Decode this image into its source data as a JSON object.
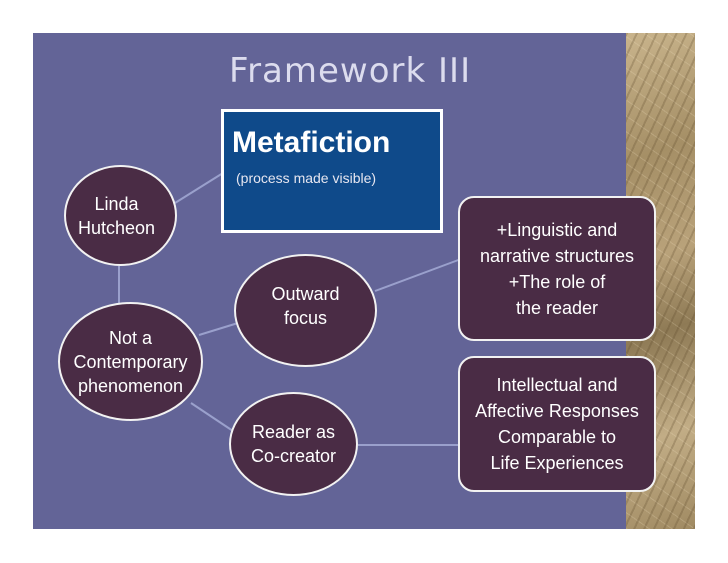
{
  "slide": {
    "title": "Framework III",
    "background_color": "#636497"
  },
  "metafiction": {
    "title": "Metafiction",
    "subtitle": "(process made visible)",
    "color": "#0f4a8a"
  },
  "nodes": {
    "hutcheon": "Linda\nHutcheon",
    "not_contemporary": "Not a\nContemporary\nphenomenon",
    "outward_focus": "Outward\nfocus",
    "reader_cocreator": "Reader as\nCo-creator"
  },
  "boxes": {
    "structures": "+Linguistic and\nnarrative structures\n+The role of\nthe reader",
    "responses": "Intellectual and\nAffective Responses\nComparable to\nLife Experiences"
  },
  "node_color": "#4a2c45"
}
